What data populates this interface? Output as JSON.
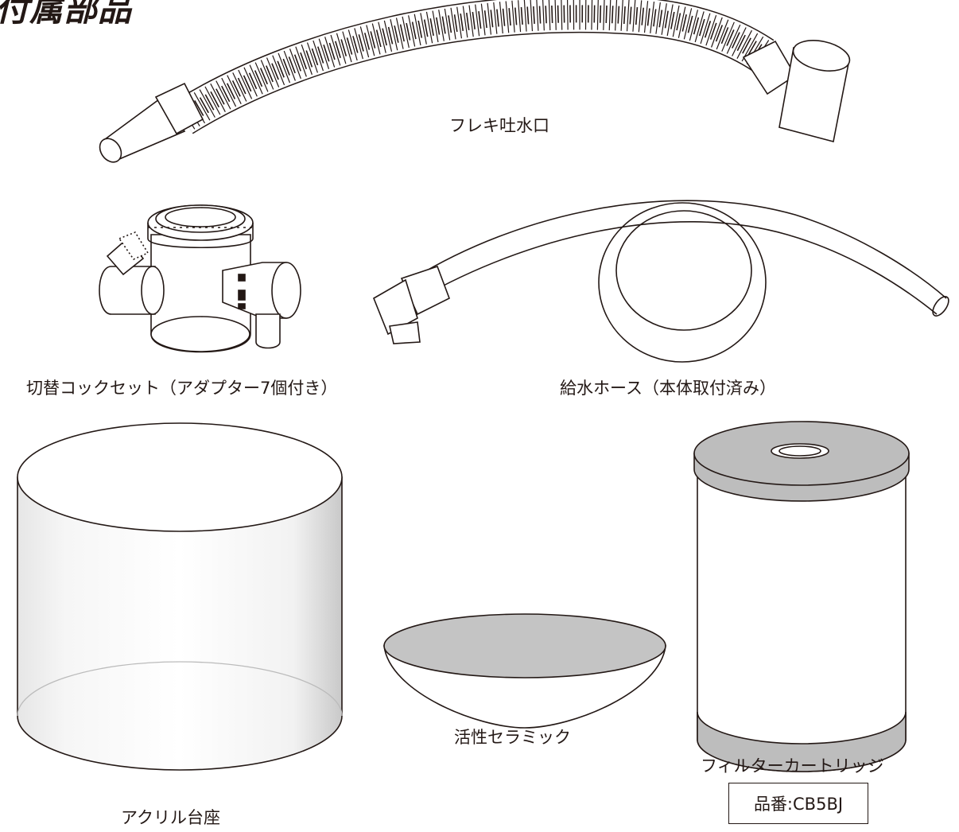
{
  "page": {
    "title": "付属部品"
  },
  "parts": {
    "spout": {
      "label": "フレキ吐水口",
      "icon": "flexible-spout-icon"
    },
    "faucet": {
      "label": "切替コックセット（アダプター7個付き）",
      "icon": "faucet-diverter-icon"
    },
    "hose": {
      "label": "給水ホース（本体取付済み）",
      "icon": "water-hose-icon"
    },
    "base": {
      "label": "アクリル台座",
      "icon": "acrylic-base-icon"
    },
    "ceramic": {
      "label": "活性セラミック",
      "icon": "ceramic-dish-icon"
    },
    "filter": {
      "label": "フィルターカートリッジ",
      "part_number": "品番:CB5BJ",
      "icon": "filter-cartridge-icon"
    }
  },
  "colors": {
    "line": "#231815",
    "band_gray": "#bdbdbd",
    "ceramic_gray": "#c4c4c4"
  }
}
